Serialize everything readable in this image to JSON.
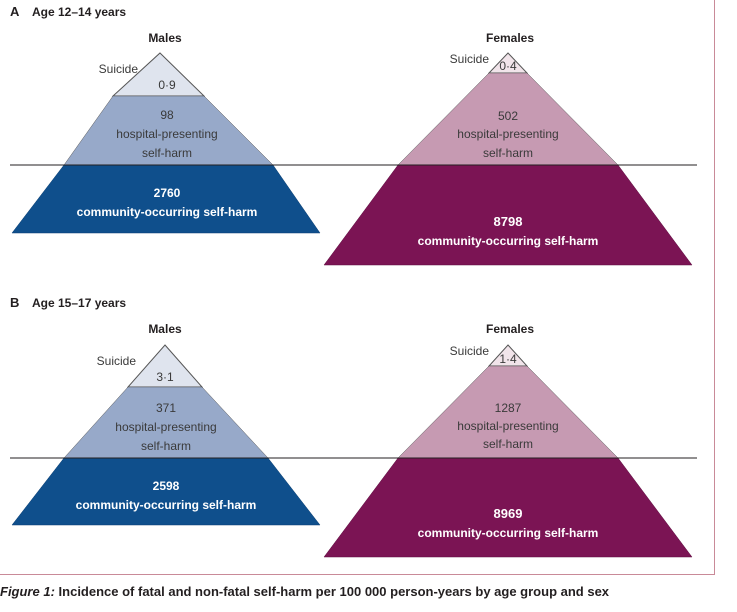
{
  "panels": [
    {
      "letter": "A",
      "title": "Age 12–14 years",
      "groups": [
        {
          "sex": "Males",
          "suicide_label": "Suicide",
          "suicide_value": "0·9",
          "hospital_value": "98",
          "hospital_label_1": "hospital-presenting",
          "hospital_label_2": "self-harm",
          "community_value": "2760",
          "community_label": "community-occurring self-harm",
          "colors": {
            "suicide": "#dfe4ee",
            "hospital": "#97a9c9",
            "community": "#0f4f8c"
          }
        },
        {
          "sex": "Females",
          "suicide_label": "Suicide",
          "suicide_value": "0·4",
          "hospital_value": "502",
          "hospital_label_1": "hospital-presenting",
          "hospital_label_2": "self-harm",
          "community_value": "8798",
          "community_label": "community-occurring self-harm",
          "colors": {
            "suicide": "#f1e4ea",
            "hospital": "#c69ab2",
            "community": "#7b1454"
          }
        }
      ]
    },
    {
      "letter": "B",
      "title": "Age 15–17 years",
      "groups": [
        {
          "sex": "Males",
          "suicide_label": "Suicide",
          "suicide_value": "3·1",
          "hospital_value": "371",
          "hospital_label_1": "hospital-presenting",
          "hospital_label_2": "self-harm",
          "community_value": "2598",
          "community_label": "community-occurring self-harm",
          "colors": {
            "suicide": "#dfe4ee",
            "hospital": "#97a9c9",
            "community": "#0f4f8c"
          }
        },
        {
          "sex": "Females",
          "suicide_label": "Suicide",
          "suicide_value": "1·4",
          "hospital_value": "1287",
          "hospital_label_1": "hospital-presenting",
          "hospital_label_2": "self-harm",
          "community_value": "8969",
          "community_label": "community-occurring self-harm",
          "colors": {
            "suicide": "#f1e4ea",
            "hospital": "#c69ab2",
            "community": "#7b1454"
          }
        }
      ]
    }
  ],
  "caption": {
    "figure_label": "Figure 1:",
    "text": "Incidence of fatal and non-fatal self-harm per 100 000 person-years by age group and sex"
  }
}
